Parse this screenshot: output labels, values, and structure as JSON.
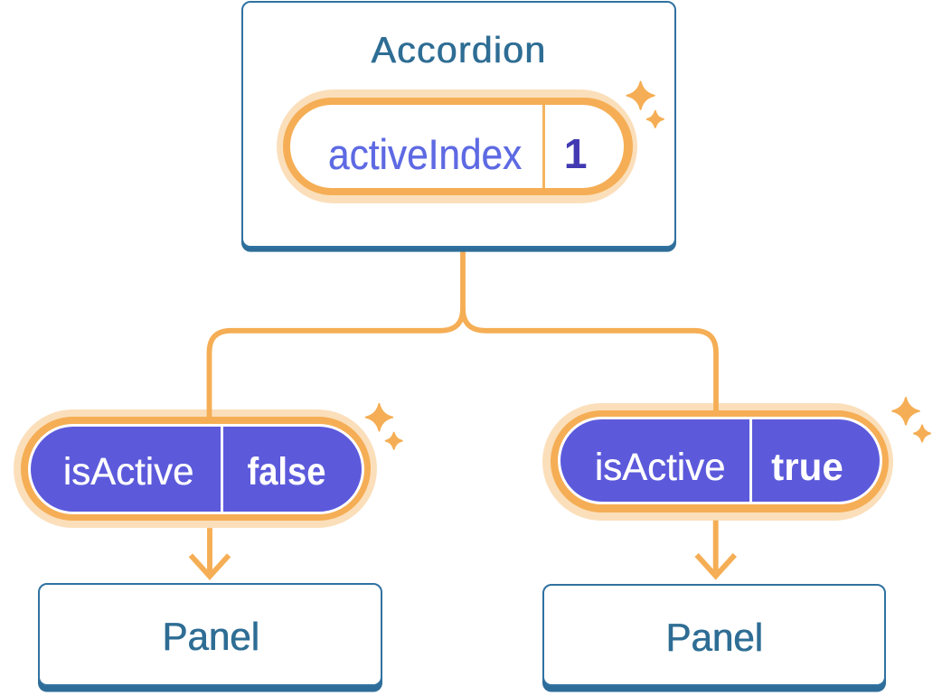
{
  "diagram": {
    "accordion": {
      "title": "Accordion",
      "prop": {
        "name": "activeIndex",
        "value": "1"
      }
    },
    "panel_left": {
      "state": {
        "name": "isActive",
        "value": "false"
      },
      "title": "Panel"
    },
    "panel_right": {
      "state": {
        "name": "isActive",
        "value": "true"
      },
      "title": "Panel"
    },
    "colors": {
      "accent_orange": "#F5AE55",
      "glow_cream": "#FBE3BC",
      "pill_purple": "#5C5ADB",
      "card_border_blue": "#3072A1",
      "title_blue": "#2E6D94",
      "prop_name_indigo": "#5E6AE3",
      "prop_value_navy": "#4239B2"
    }
  }
}
